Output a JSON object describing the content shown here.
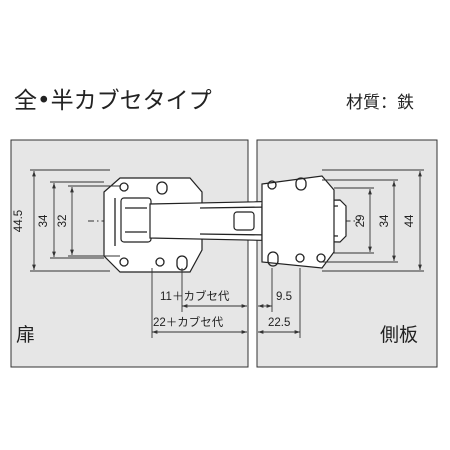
{
  "title": "全•半カブセタイプ",
  "material": "材質：鉄",
  "labels": {
    "door": "扉",
    "side_panel": "側板"
  },
  "dimensions": {
    "left_outer": "44.5",
    "left_middle": "34",
    "left_inner": "32",
    "right_inner": "29",
    "right_middle": "34",
    "right_outer": "44",
    "bottom_door_upper": "11＋カブセ代",
    "bottom_door_lower": "22＋カブセ代",
    "bottom_side_upper": "9.5",
    "bottom_side_lower": "22.5"
  },
  "colors": {
    "panel_fill": "#e6e6e6",
    "line": "#222222",
    "background": "#ffffff"
  }
}
